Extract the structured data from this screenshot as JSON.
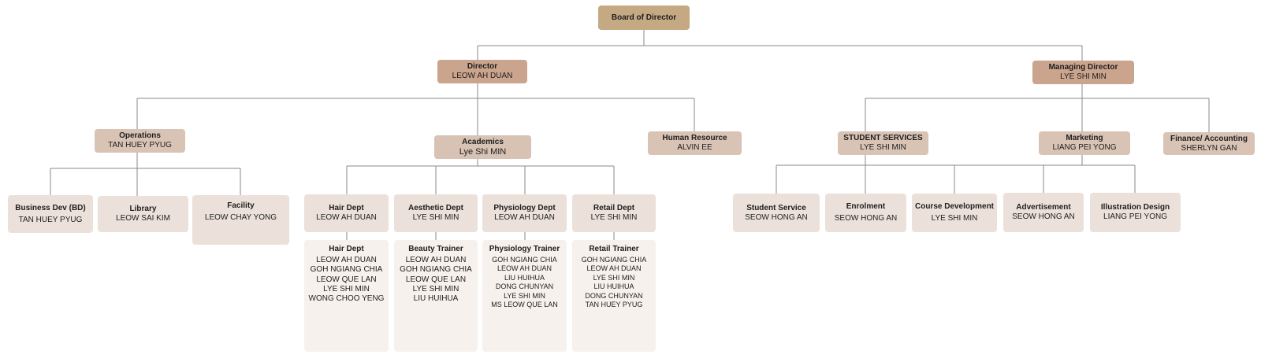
{
  "board": {
    "title": "Board of Director"
  },
  "director": {
    "title": "Director",
    "name": "LEOW AH DUAN"
  },
  "managing_director": {
    "title": "Managing Director",
    "name": "LYE SHI MIN"
  },
  "operations": {
    "title": "Operations",
    "name": "TAN HUEY PYUG"
  },
  "academics": {
    "title": "Academics",
    "name": "Lye Shi MIN"
  },
  "human_resource": {
    "title": "Human Resource",
    "name": "ALVIN EE"
  },
  "student_services": {
    "title": "STUDENT SERVICES",
    "name": "LYE SHI MIN"
  },
  "marketing": {
    "title": "Marketing",
    "name": "LIANG PEI YONG"
  },
  "finance": {
    "title": "Finance/ Accounting",
    "name": "SHERLYN GAN"
  },
  "business_dev": {
    "title": "Business Dev (BD)",
    "name": "TAN HUEY PYUG"
  },
  "library": {
    "title": "Library",
    "name": "LEOW SAI KIM"
  },
  "facility": {
    "title": "Facility",
    "name": "LEOW CHAY YONG"
  },
  "hair_dept": {
    "title": "Hair Dept",
    "name": "LEOW AH DUAN"
  },
  "aesthetic_dept": {
    "title": "Aesthetic Dept",
    "name": "LYE SHI MIN"
  },
  "physiology_dept": {
    "title": "Physiology Dept",
    "name": "LEOW AH DUAN"
  },
  "retail_dept": {
    "title": "Retail Dept",
    "name": "LYE SHI MIN"
  },
  "student_service": {
    "title": "Student Service",
    "name": "SEOW HONG AN"
  },
  "enrolment": {
    "title": "Enrolment",
    "name": "SEOW HONG AN"
  },
  "course_development": {
    "title": "Course Development",
    "name": "LYE SHI MIN"
  },
  "advertisement": {
    "title": "Advertisement",
    "name": "SEOW HONG AN"
  },
  "illustration_design": {
    "title": "Illustration Design",
    "name": "LIANG PEI YONG"
  },
  "hair_team": {
    "title": "Hair Dept",
    "members": [
      "LEOW AH DUAN",
      "GOH NGIANG CHIA",
      "LEOW QUE LAN",
      "LYE SHI MIN",
      "WONG CHOO YENG"
    ]
  },
  "beauty_team": {
    "title": "Beauty Trainer",
    "members": [
      "LEOW AH DUAN",
      "GOH NGIANG CHIA",
      "LEOW QUE LAN",
      "LYE SHI MIN",
      "LIU HUIHUA"
    ]
  },
  "physiology_team": {
    "title": "Physiology Trainer",
    "members": [
      "GOH NGIANG CHIA",
      "LEOW AH DUAN",
      "LIU HUIHUA",
      "DONG CHUNYAN",
      "LYE SHI MIN",
      "MS LEOW QUE LAN"
    ]
  },
  "retail_team": {
    "title": "Retail Trainer",
    "members": [
      "GOH NGIANG CHIA",
      "LEOW AH DUAN",
      "LYE SHI MIN",
      "LIU HUIHUA",
      "DONG CHUNYAN",
      "TAN HUEY PYUG"
    ]
  }
}
